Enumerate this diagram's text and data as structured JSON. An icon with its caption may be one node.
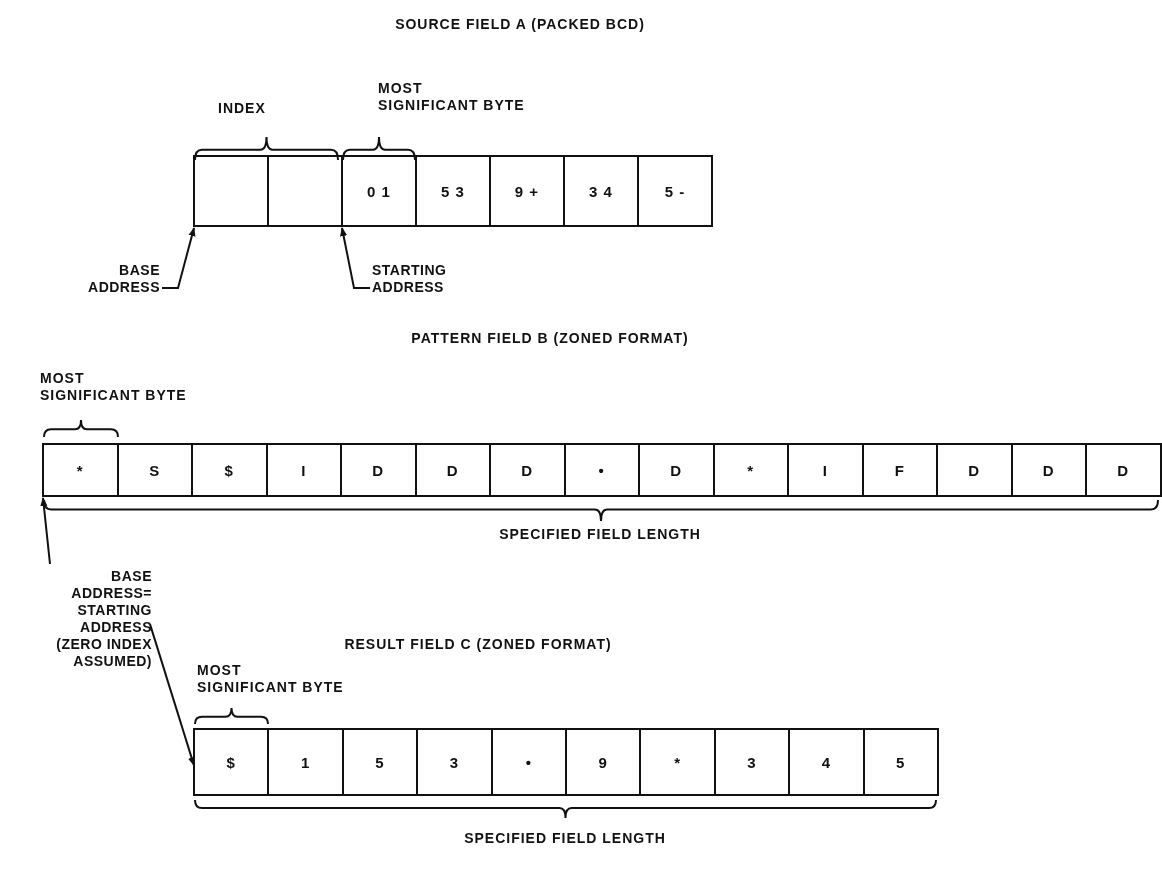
{
  "diagram": {
    "nodes": [
      {
        "text": [],
        "shape": "box"
      },
      {
        "text": [],
        "shape": "box"
      },
      {
        "text": [
          "0 1"
        ]
      },
      {
        "text": [
          "5 3"
        ]
      },
      {
        "text": [
          "9 +"
        ]
      },
      {
        "text": [
          "3 4"
        ]
      },
      {
        "text": [
          "5 -"
        ]
      },
      {
        "text": [
          "BASE ADDRESS"
        ]
      },
      {
        "text": [
          "STARTING ADDRESS"
        ]
      },
      {
        "text": [
          "*"
        ]
      },
      {
        "text": [
          "S"
        ]
      },
      {
        "text": [
          "$"
        ]
      },
      {
        "text": [
          "I"
        ]
      },
      {
        "text": [
          "D"
        ]
      },
      {
        "text": [
          "D"
        ]
      },
      {
        "text": [
          "D"
        ]
      },
      {
        "text": [
          "•"
        ]
      },
      {
        "text": [
          "D"
        ]
      },
      {
        "text": [
          "*"
        ]
      },
      {
        "text": [
          "I"
        ]
      },
      {
        "text": [
          "F"
        ]
      },
      {
        "text": [
          "D"
        ]
      },
      {
        "text": [
          "D"
        ]
      },
      {
        "text": [
          "D"
        ]
      },
      {
        "text": [
          "BASE ADDRESS= STARTING ADDRESS (ZERO INDEX ASSUMED)"
        ]
      },
      {
        "text": [
          "$"
        ]
      },
      {
        "text": [
          "1"
        ]
      },
      {
        "text": [
          "5"
        ]
      },
      {
        "text": [
          "3"
        ]
      },
      {
        "text": [
          "•"
        ]
      },
      {
        "text": [
          "9"
        ]
      },
      {
        "text": [
          "*"
        ]
      },
      {
        "text": [
          "3"
        ]
      },
      {
        "text": [
          "4"
        ]
      },
      {
        "text": [
          "5"
        ]
      }
    ],
    "edges": [
      {
        "from": 7,
        "to": 0,
        "arrow": "to"
      },
      {
        "from": 8,
        "to": 2,
        "arrow": "to"
      },
      {
        "from": 24,
        "to": 9,
        "arrow": "to"
      },
      {
        "from": 24,
        "to": 25,
        "arrow": "to"
      }
    ],
    "labels": [
      "SOURCE FIELD A (PACKED BCD)",
      "INDEX",
      "MOST SIGNIFICANT BYTE",
      "PATTERN FIELD B (ZONED FORMAT)",
      "MOST SIGNIFICANT BYTE",
      "SPECIFIED FIELD LENGTH",
      "RESULT FIELD C (ZONED FORMAT)",
      "MOST SIGNIFICANT BYTE",
      "SPECIFIED FIELD LENGTH"
    ]
  }
}
